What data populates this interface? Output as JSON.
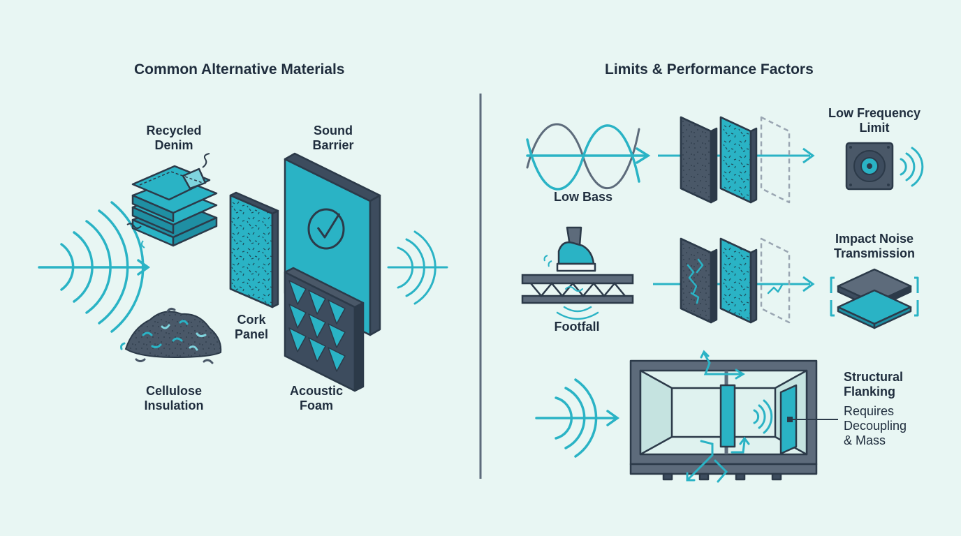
{
  "left_panel": {
    "title": "Common Alternative Materials",
    "materials": {
      "recycled_denim": [
        "Recycled",
        "Denim"
      ],
      "sound_barrier": [
        "Sound",
        "Barrier"
      ],
      "cork_panel": [
        "Cork",
        "Panel"
      ],
      "cellulose_insulation": [
        "Cellulose",
        "Insulation"
      ],
      "acoustic_foam": [
        "Acoustic",
        "Foam"
      ]
    }
  },
  "right_panel": {
    "title": "Limits & Performance Factors",
    "rows": {
      "low_bass": "Low Bass",
      "low_frequency_limit": [
        "Low Frequency",
        "Limit"
      ],
      "footfall": "Footfall",
      "impact_noise": [
        "Impact Noise",
        "Transmission"
      ],
      "structural_flanking": [
        "Structural",
        "Flanking"
      ],
      "flanking_note": [
        "Requires",
        "Decoupling",
        "& Mass"
      ]
    }
  },
  "colors": {
    "background": "#e8f6f3",
    "teal": "#2ab3c5",
    "navy": "#3d4c5e",
    "slate": "#5d6b7b",
    "divider": "#5d6b7b"
  },
  "icons": [
    "sound-wave-icon",
    "arrow-icon",
    "checkmark-icon",
    "shoe-icon",
    "speaker-icon"
  ]
}
